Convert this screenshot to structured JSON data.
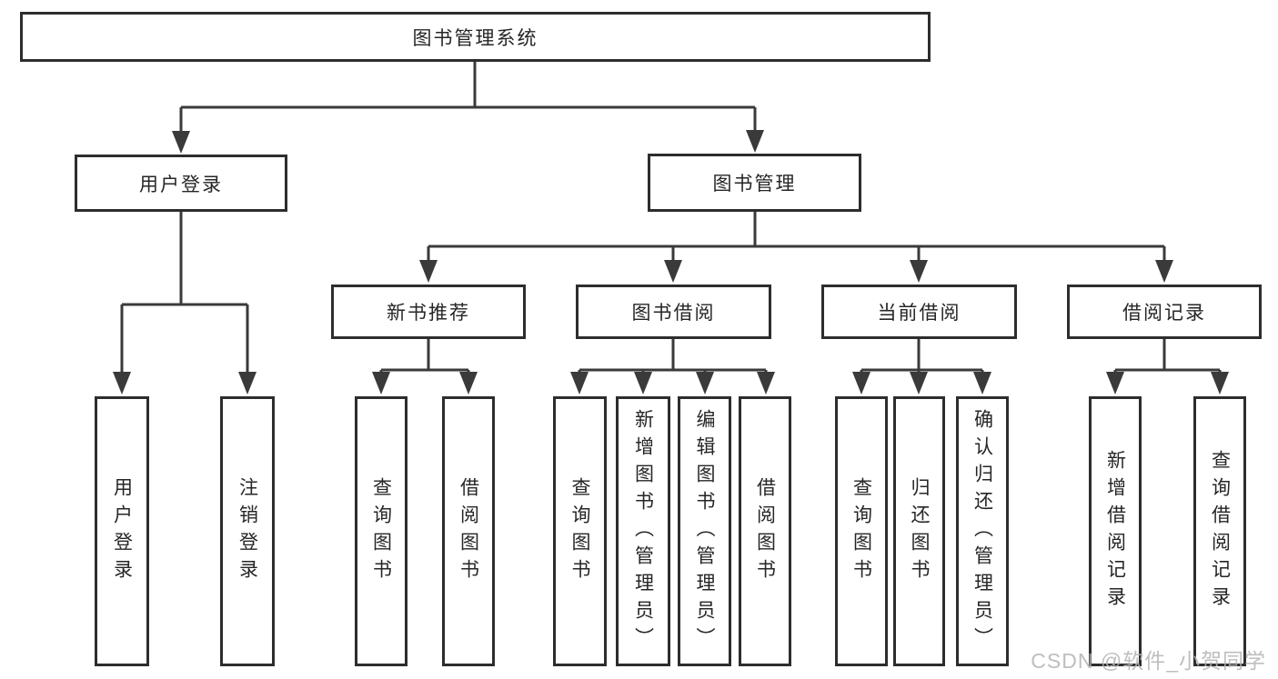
{
  "diagram": {
    "nodes": {
      "root": "图书管理系统",
      "user_login": "用户登录",
      "book_management": "图书管理",
      "new_book_recommend": "新书推荐",
      "book_borrowing": "图书借阅",
      "current_borrowing": "当前借阅",
      "borrowing_records": "借阅记录",
      "leaf_user_login": "用户登录",
      "leaf_logout_login": "注销登录",
      "leaf_query_books_rec": "查询图书",
      "leaf_borrow_books_rec": "借阅图书",
      "leaf_query_books_borrow": "查询图书",
      "leaf_add_books_admin": "新增图书（管理员）",
      "leaf_edit_books_admin": "编辑图书（管理员）",
      "leaf_borrow_books_borrow": "借阅图书",
      "leaf_query_books_current": "查询图书",
      "leaf_return_books": "归还图书",
      "leaf_confirm_return_admin": "确认归还（管理员）",
      "leaf_add_borrow_record": "新增借阅记录",
      "leaf_query_borrow_record": "查询借阅记录"
    },
    "watermark": "CSDN @软件_小贺同学",
    "colors": {
      "line": "#3a3a3a",
      "box_border": "#2d2d2d",
      "text": "#262626",
      "watermark": "#b3b3b3",
      "background": "#ffffff"
    }
  }
}
